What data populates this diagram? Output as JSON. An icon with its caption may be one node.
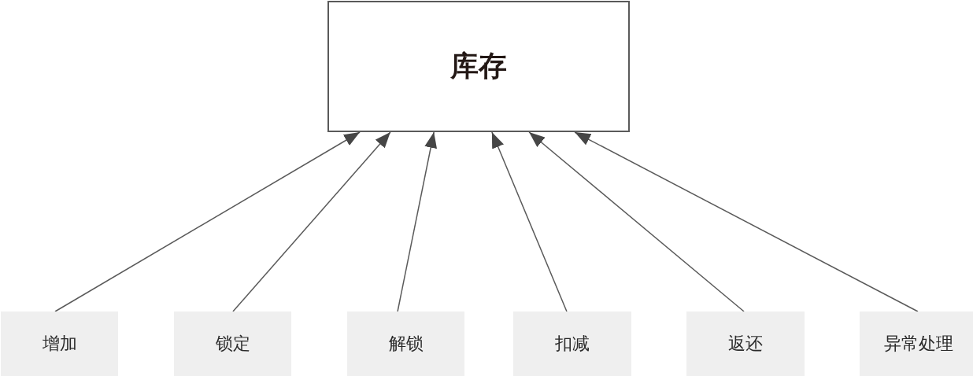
{
  "diagram": {
    "nodes": [
      {
        "text": [
          "库存"
        ]
      },
      {
        "text": [
          "增加"
        ]
      },
      {
        "text": [
          "锁定"
        ]
      },
      {
        "text": [
          "解锁"
        ]
      },
      {
        "text": [
          "扣减"
        ]
      },
      {
        "text": [
          "返还"
        ]
      },
      {
        "text": [
          "异常处理"
        ]
      }
    ],
    "edges": [
      {
        "from": 1,
        "to": 0,
        "arrow": "to"
      },
      {
        "from": 2,
        "to": 0,
        "arrow": "to"
      },
      {
        "from": 3,
        "to": 0,
        "arrow": "to"
      },
      {
        "from": 4,
        "to": 0,
        "arrow": "to"
      },
      {
        "from": 5,
        "to": 0,
        "arrow": "to"
      },
      {
        "from": 6,
        "to": 0,
        "arrow": "to"
      }
    ]
  }
}
